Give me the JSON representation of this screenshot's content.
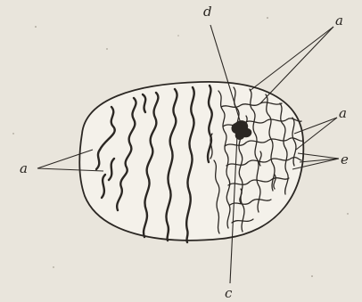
{
  "figure": {
    "labels": {
      "a_left": "a",
      "a_top_right": "a",
      "a_mid_right": "a",
      "d": "d",
      "e": "e",
      "c": "c"
    },
    "colors": {
      "paper": "#e9e5dc",
      "ink": "#2b2723",
      "fill": "#f4f1ea"
    }
  }
}
